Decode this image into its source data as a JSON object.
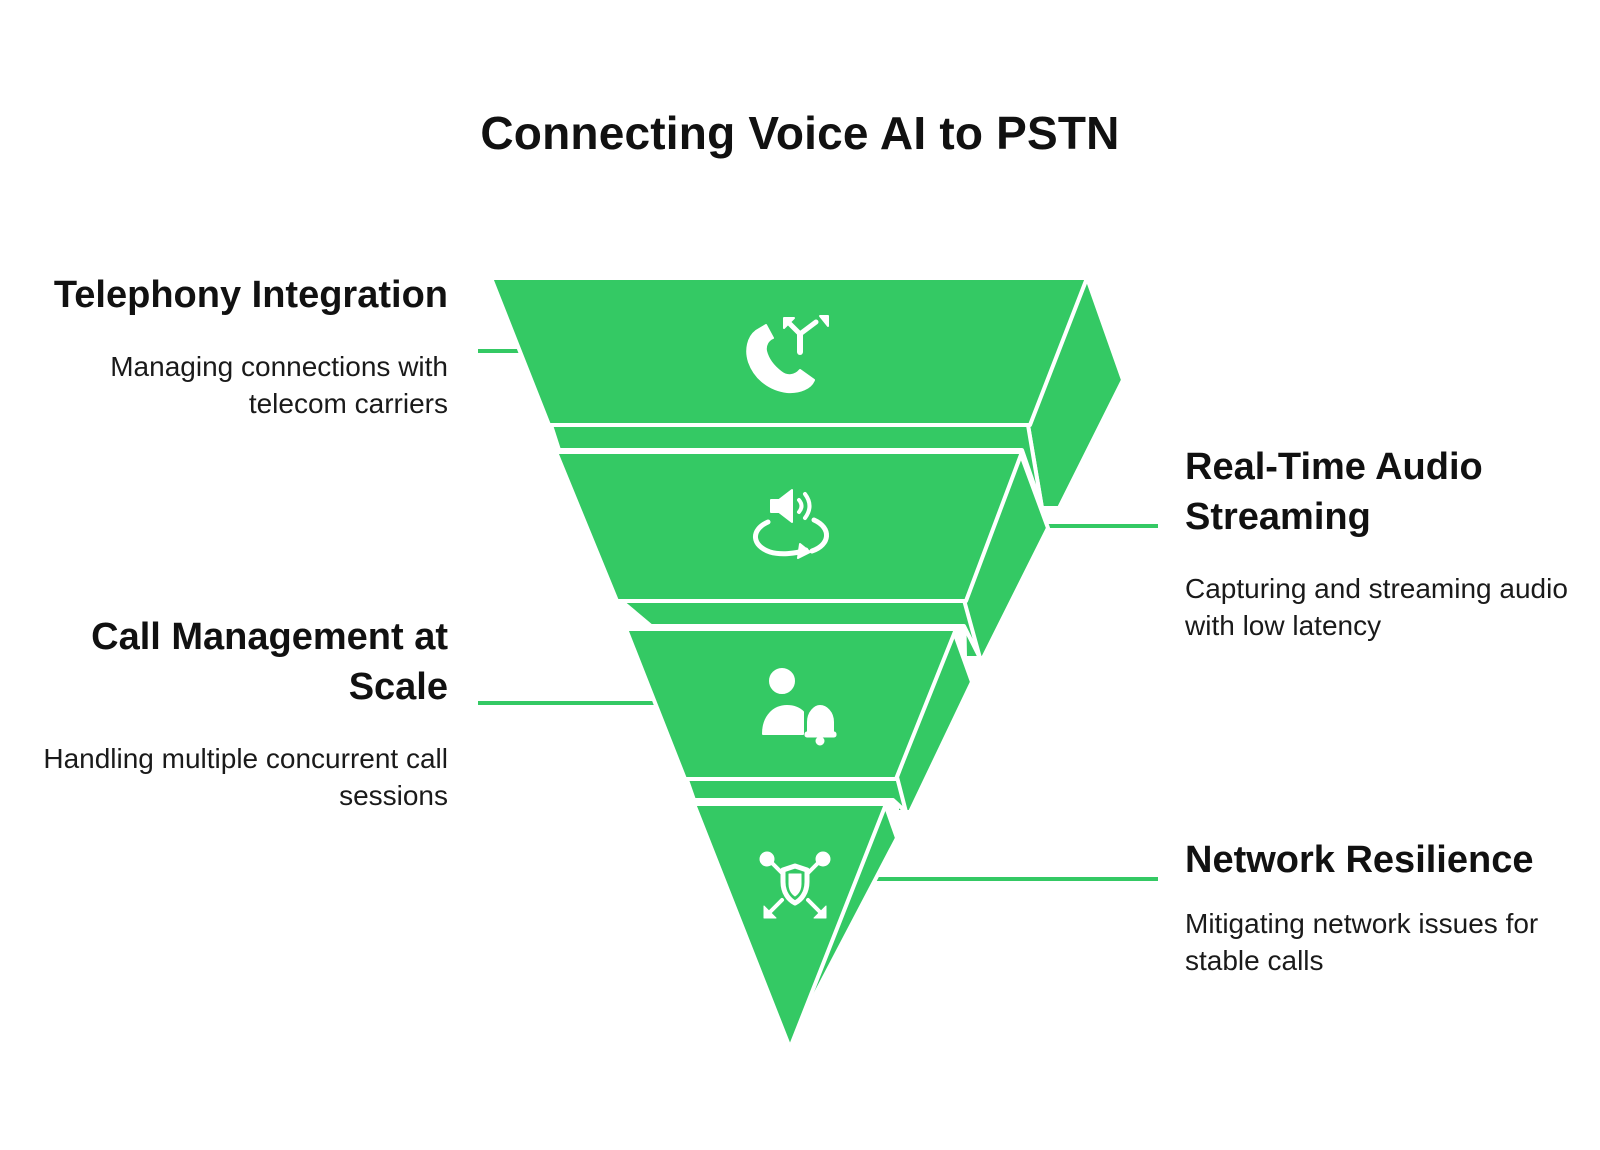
{
  "title": "Connecting Voice AI to PSTN",
  "colors": {
    "layer_fill": "#34c964",
    "layer_side": "#34c964",
    "outline": "#ffffff",
    "connector": "#34c964",
    "text": "#111111"
  },
  "layers": [
    {
      "id": "telephony",
      "title": "Telephony Integration",
      "description": "Managing connections with telecom carriers",
      "icon": "phone-call-split-icon",
      "side": "left"
    },
    {
      "id": "streaming",
      "title": "Real-Time Audio Streaming",
      "description": "Capturing and streaming audio with low latency",
      "icon": "audio-sync-icon",
      "side": "right"
    },
    {
      "id": "callmgmt",
      "title": "Call Management at Scale",
      "description": "Handling multiple concurrent call sessions",
      "icon": "user-notification-icon",
      "side": "left"
    },
    {
      "id": "network",
      "title": "Network Resilience",
      "description": "Mitigating network issues for stable calls",
      "icon": "shield-network-icon",
      "side": "right"
    }
  ]
}
